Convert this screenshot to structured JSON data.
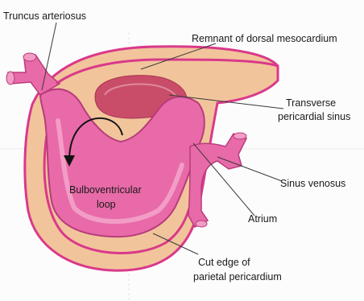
{
  "figure": {
    "labels": {
      "truncus": "Truncus arteriosus",
      "dorsal_meso": "Remnant of dorsal mesocardium",
      "transverse_line1": "Transverse",
      "transverse_line2": "pericardial sinus",
      "sinus_venosus": "Sinus venosus",
      "bulbo_line1": "Bulboventricular",
      "bulbo_line2": "loop",
      "atrium": "Atrium",
      "cut_edge_line1": "Cut edge of",
      "cut_edge_line2": "parietal pericardium"
    },
    "colors": {
      "pericardium_tan": "#f2c49b",
      "pericardium_border": "#d9398a",
      "heart_tube_pink": "#e86aa8",
      "heart_tube_light": "#f29cc6",
      "sinus_red": "#c94d69",
      "arrow": "#111111"
    }
  }
}
